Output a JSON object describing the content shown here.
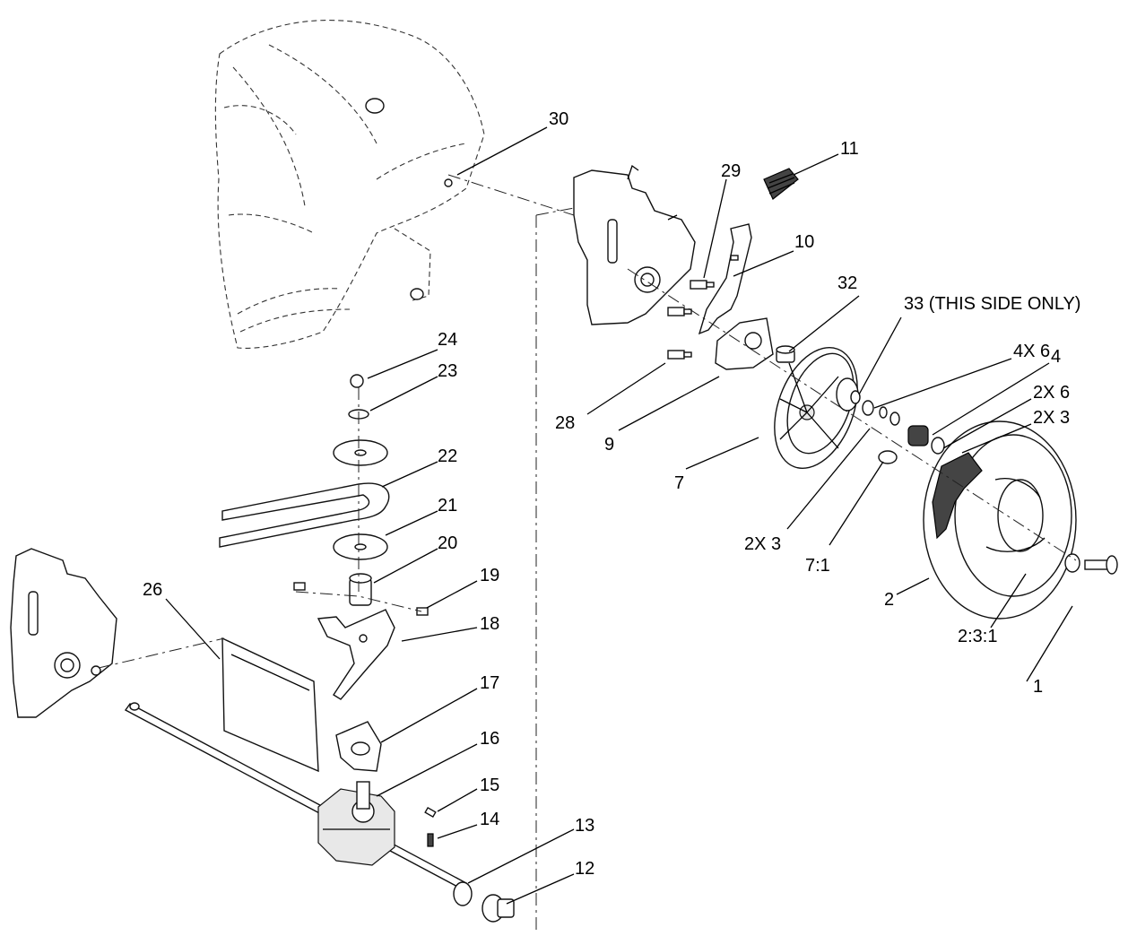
{
  "callouts": [
    {
      "id": "1",
      "text": "1"
    },
    {
      "id": "2",
      "text": "2"
    },
    {
      "id": "2-3-1",
      "text": "2:3:1"
    },
    {
      "id": "4",
      "text": "4"
    },
    {
      "id": "4x6",
      "text": "4X 6"
    },
    {
      "id": "2x6",
      "text": "2X 6"
    },
    {
      "id": "2x3-upper",
      "text": "2X 3"
    },
    {
      "id": "2x3-lower",
      "text": "2X 3"
    },
    {
      "id": "7",
      "text": "7"
    },
    {
      "id": "7-1",
      "text": "7:1"
    },
    {
      "id": "9",
      "text": "9"
    },
    {
      "id": "10",
      "text": "10"
    },
    {
      "id": "11",
      "text": "11"
    },
    {
      "id": "12",
      "text": "12"
    },
    {
      "id": "13",
      "text": "13"
    },
    {
      "id": "14",
      "text": "14"
    },
    {
      "id": "15",
      "text": "15"
    },
    {
      "id": "16",
      "text": "16"
    },
    {
      "id": "17",
      "text": "17"
    },
    {
      "id": "18",
      "text": "18"
    },
    {
      "id": "19",
      "text": "19"
    },
    {
      "id": "20",
      "text": "20"
    },
    {
      "id": "21",
      "text": "21"
    },
    {
      "id": "22",
      "text": "22"
    },
    {
      "id": "23",
      "text": "23"
    },
    {
      "id": "24",
      "text": "24"
    },
    {
      "id": "26",
      "text": "26"
    },
    {
      "id": "28",
      "text": "28"
    },
    {
      "id": "29",
      "text": "29"
    },
    {
      "id": "30",
      "text": "30"
    },
    {
      "id": "32",
      "text": "32"
    },
    {
      "id": "33",
      "text": "33 (THIS SIDE ONLY)"
    }
  ]
}
